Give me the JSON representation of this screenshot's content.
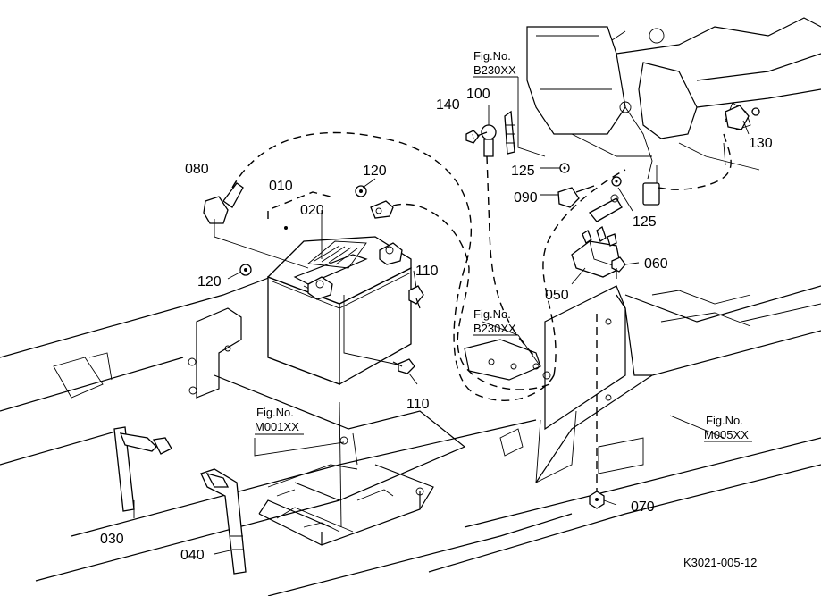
{
  "labels": {
    "p010": "010",
    "p020": "020",
    "p030": "030",
    "p040": "040",
    "p050": "050",
    "p060": "060",
    "p070": "070",
    "p080": "080",
    "p090": "090",
    "p100": "100",
    "p110a": "110",
    "p110b": "110",
    "p120a": "120",
    "p120b": "120",
    "p125a": "125",
    "p125b": "125",
    "p130": "130",
    "p140": "140"
  },
  "fig_refs": {
    "top": {
      "line1": "Fig.No.",
      "line2": "B230XX"
    },
    "mid": {
      "line1": "Fig.No.",
      "line2": "B230XX"
    },
    "frame": {
      "line1": "Fig.No.",
      "line2": "M001XX"
    },
    "right": {
      "line1": "Fig.No.",
      "line2": "M005XX"
    }
  },
  "drawing_code": "K3021-005-12"
}
